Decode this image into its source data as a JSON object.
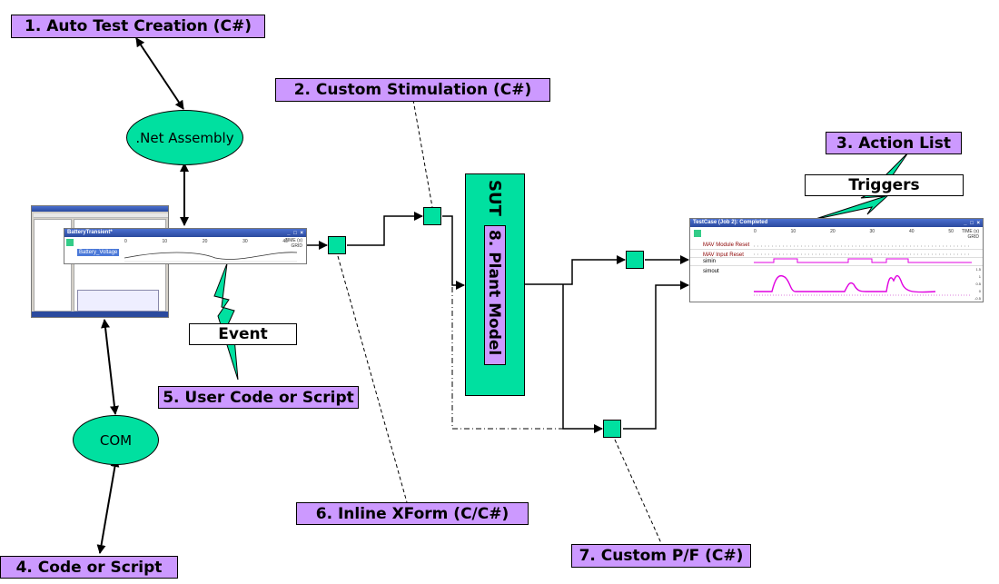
{
  "labels": {
    "auto_test": "1. Auto Test Creation (C#)",
    "custom_stim": "2. Custom Stimulation (C#)",
    "action_list": "3. Action List",
    "code_script": "4. Code or Script",
    "user_code": "5. User Code or Script",
    "inline_xform": "6. Inline XForm (C/C#)",
    "custom_pf": "7. Custom P/F (C#)",
    "plant_model": "8. Plant Model"
  },
  "white_labels": {
    "triggers": "Triggers",
    "event": "Event"
  },
  "ellipses": {
    "net_assembly": ".Net Assembly",
    "com": "COM"
  },
  "sut": "SUT",
  "battery_window": {
    "title": "BatteryTransient*",
    "signal": "Battery_Voltage",
    "time_label": "TIME (s)",
    "grid_label": "GRID",
    "ticks": [
      "0",
      "10",
      "20",
      "30",
      "40"
    ]
  },
  "testcase_window": {
    "title": "TestCase (Job 2): Completed",
    "time_label": "TIME (s)",
    "grid_label": "GRID",
    "ticks": [
      "0",
      "10",
      "20",
      "30",
      "40",
      "50"
    ],
    "signals": [
      "MAV Module Reset",
      "MAV Input Reset",
      "simin",
      "simout"
    ],
    "y_ticks": [
      "1.5",
      "1",
      "0.5",
      "0",
      "-0.5"
    ]
  },
  "colors": {
    "label_purple": "#cc99ff",
    "node_green": "#00e0a0",
    "waveform": "#e000e0"
  }
}
